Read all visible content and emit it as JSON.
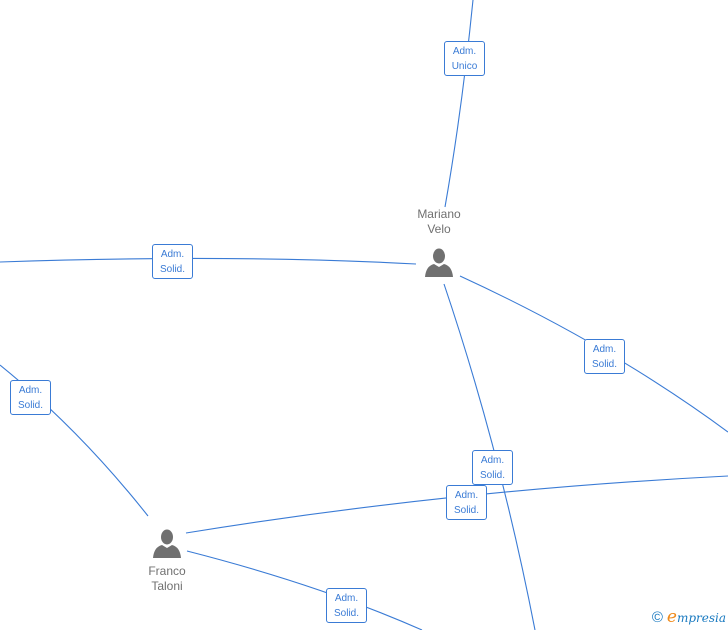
{
  "diagram": {
    "type": "relationship-graph",
    "nodes": [
      {
        "id": "mariano",
        "name_line1": "Mariano",
        "name_line2": "Velo",
        "icon": "person-icon"
      },
      {
        "id": "franco",
        "name_line1": "Franco",
        "name_line2": "Taloni",
        "icon": "person-icon"
      }
    ],
    "edge_labels": [
      {
        "line1": "Adm.",
        "line2": "Unico"
      },
      {
        "line1": "Adm.",
        "line2": "Solid."
      },
      {
        "line1": "Adm.",
        "line2": "Solid."
      },
      {
        "line1": "Adm.",
        "line2": "Solid."
      },
      {
        "line1": "Adm.",
        "line2": "Solid."
      },
      {
        "line1": "Adm.",
        "line2": "Solid."
      },
      {
        "line1": "Adm.",
        "line2": "Solid."
      }
    ],
    "colors": {
      "edge": "#3a7bd5",
      "node_text": "#707070",
      "node_icon": "#707070"
    }
  },
  "brand": {
    "copyright": "©",
    "e": "e",
    "rest": "mpresia"
  }
}
